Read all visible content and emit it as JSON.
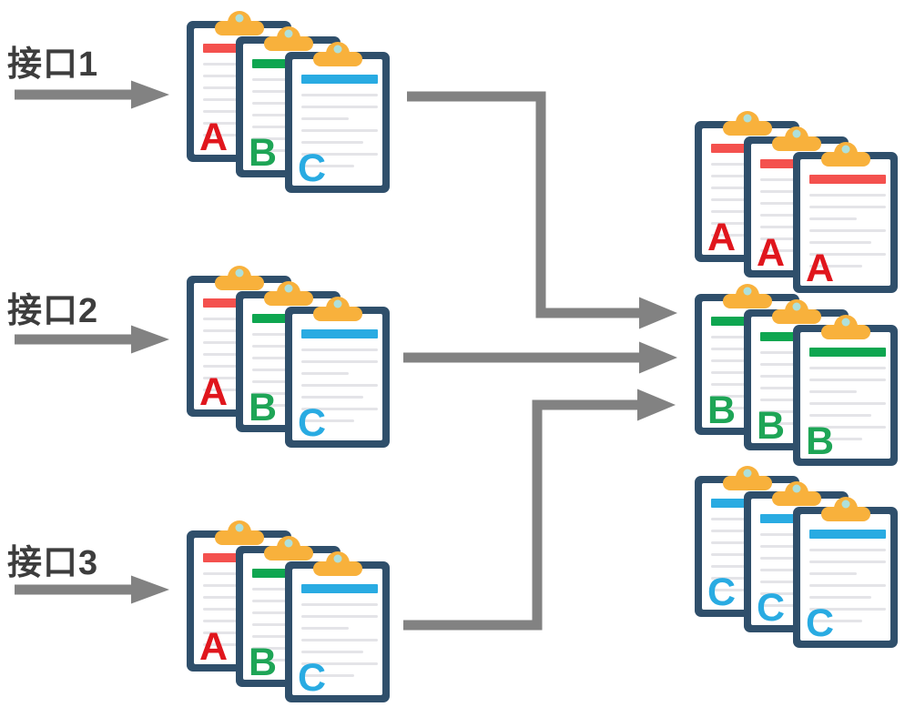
{
  "diagram": {
    "title_hint": "three interfaces each producing clipboards A, B, C that are regrouped into merged stacks of A, B and C",
    "interfaces": [
      {
        "label": "接口1",
        "clipboards": [
          "A",
          "B",
          "C"
        ]
      },
      {
        "label": "接口2",
        "clipboards": [
          "A",
          "B",
          "C"
        ]
      },
      {
        "label": "接口3",
        "clipboards": [
          "A",
          "B",
          "C"
        ]
      }
    ],
    "merged_groups": [
      {
        "clipboards": [
          "A",
          "A",
          "A"
        ]
      },
      {
        "clipboards": [
          "B",
          "B",
          "B"
        ]
      },
      {
        "clipboards": [
          "C",
          "C",
          "C"
        ]
      }
    ],
    "colors": {
      "A": {
        "bar": "#f4514e",
        "letter": "#e0161d"
      },
      "B": {
        "bar": "#0ea650",
        "letter": "#1ea556"
      },
      "C": {
        "bar": "#29abe2",
        "letter": "#29abe2"
      },
      "frame": "#2f4f6b",
      "clip": "#f8b13c",
      "clip_button": "#aee0db",
      "arrow": "#828282",
      "label_text": "#3d3d3d",
      "text_line": "#e4e4e8"
    }
  }
}
